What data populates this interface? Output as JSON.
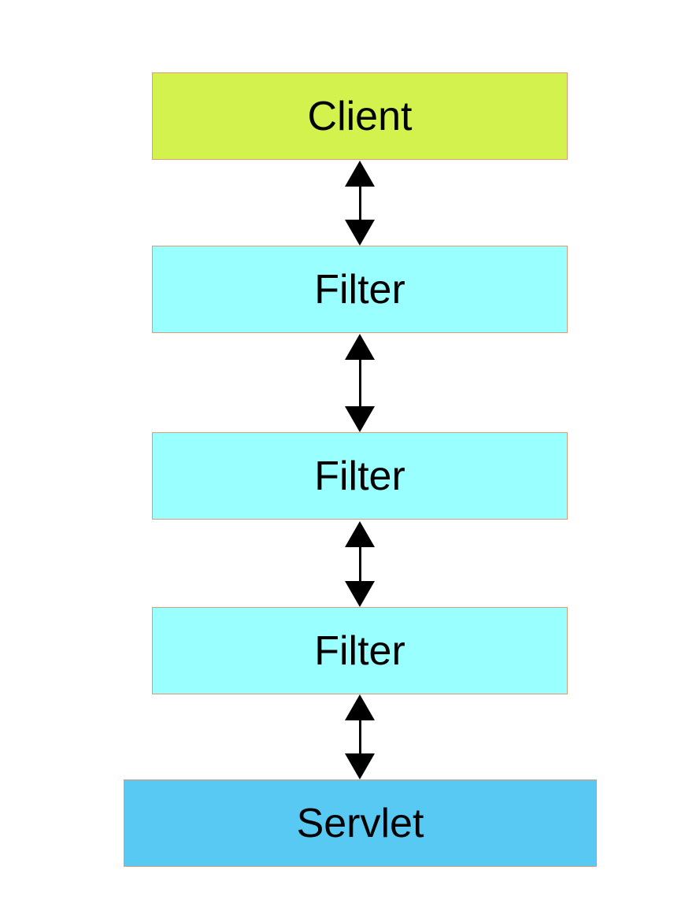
{
  "colors": {
    "background": "#ffffff",
    "box_border": "#dd9b78",
    "client_fill": "#d3f24e",
    "filter_fill": "#99ffff",
    "servlet_fill": "#58c9f2",
    "arrow": "#000000",
    "text": "#000000"
  },
  "nodes": [
    {
      "id": "client",
      "label": "Client",
      "fill": "#d3f24e"
    },
    {
      "id": "filter-1",
      "label": "Filter",
      "fill": "#99ffff"
    },
    {
      "id": "filter-2",
      "label": "Filter",
      "fill": "#99ffff"
    },
    {
      "id": "filter-3",
      "label": "Filter",
      "fill": "#99ffff"
    },
    {
      "id": "servlet",
      "label": "Servlet",
      "fill": "#58c9f2"
    }
  ],
  "edges": [
    {
      "from": "client",
      "to": "filter-1",
      "bidirectional": true
    },
    {
      "from": "filter-1",
      "to": "filter-2",
      "bidirectional": true
    },
    {
      "from": "filter-2",
      "to": "filter-3",
      "bidirectional": true
    },
    {
      "from": "filter-3",
      "to": "servlet",
      "bidirectional": true
    }
  ]
}
